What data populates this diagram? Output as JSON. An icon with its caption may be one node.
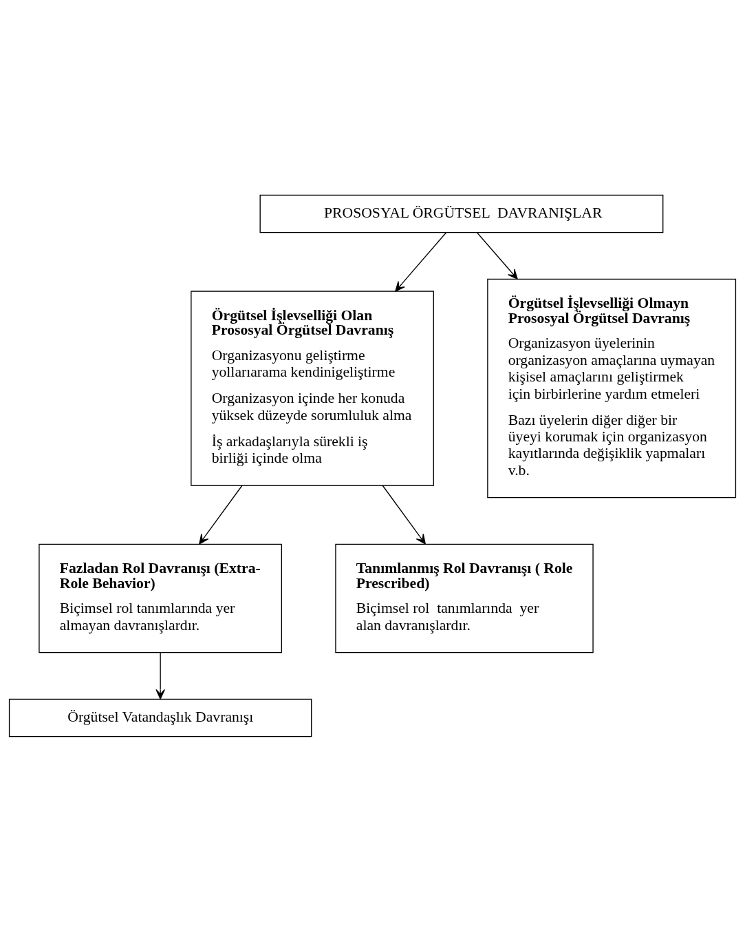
{
  "diagram": {
    "nodes": [
      {
        "text": [
          "PROSOSYAL ÖRGÜTSEL  DAVRANIŞLAR"
        ]
      },
      {
        "text": [
          "Örgütsel İşlevselliği Olan Prososyal Örgütsel Davranış",
          "Organizasyonu geliştirme yollarıarama kendinigeliştirme",
          "Organizasyon içinde her konuda yüksek düzeyde sorumluluk alma",
          "İş arkadaşlarıyla sürekli iş birliği içinde olma"
        ]
      },
      {
        "text": [
          "Örgütsel İşlevselliği Olmayn Prososyal Örgütsel Davranış",
          "Organizasyon üyelerinin organizasyon amaçlarına uymayan kişisel amaçlarını geliştirmek için birbirlerine yardım etmeleri",
          "Bazı üyelerin diğer diğer bir üyeyi korumak için organizasyon kayıtlarında değişiklik yapmaları v.b."
        ]
      },
      {
        "text": [
          "Fazladan Rol Davranışı (Extra-Role Behavior)",
          "Biçimsel rol tanımlarında yer almayan davranışlardır."
        ]
      },
      {
        "text": [
          "Tanımlanmış Rol Davranışı ( Role Prescribed)",
          "Biçimsel rol  tanımlarında  yer alan davranışlardır."
        ]
      },
      {
        "text": [
          "Örgütsel Vatandaşlık Davranışı"
        ]
      }
    ],
    "edges": [
      {
        "from": 0,
        "to": 1,
        "arrow": "to"
      },
      {
        "from": 0,
        "to": 2,
        "arrow": "to"
      },
      {
        "from": 1,
        "to": 3,
        "arrow": "to"
      },
      {
        "from": 1,
        "to": 4,
        "arrow": "to"
      },
      {
        "from": 3,
        "to": 5,
        "arrow": "to"
      }
    ]
  }
}
